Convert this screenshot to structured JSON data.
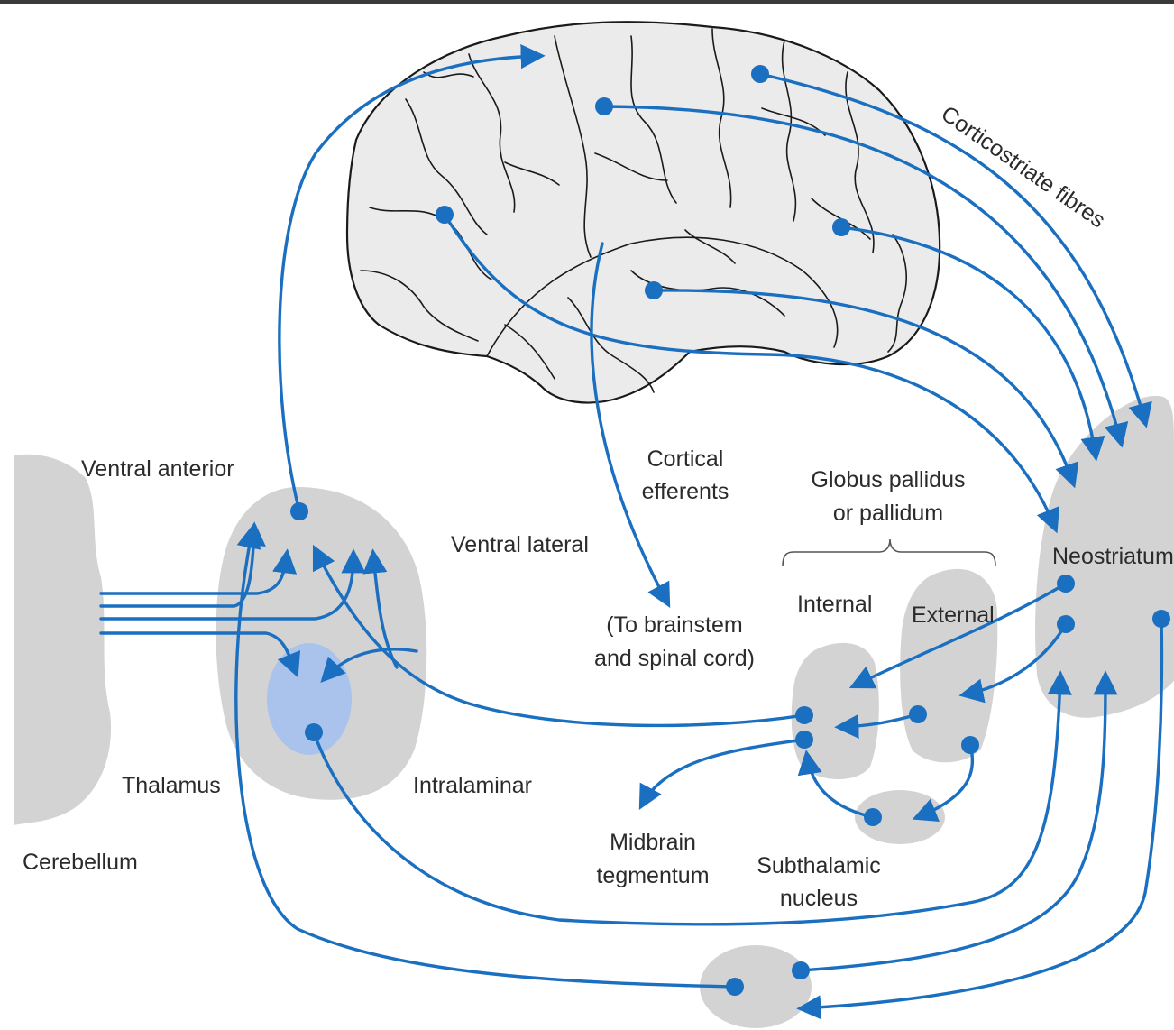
{
  "colors": {
    "pathway": "#1a6fc0",
    "region": "#d3d3d3",
    "intralaminar_highlight": "#a9c3ec",
    "brain": "#ebebeb",
    "text": "#2b2b2b"
  },
  "labels": {
    "corticostriate": "Corticostriate fibres",
    "ventral_anterior": "Ventral anterior",
    "cortical_efferents_line1": "Cortical",
    "cortical_efferents_line2": "efferents",
    "globus_line1": "Globus pallidus",
    "globus_line2": "or pallidum",
    "ventral_lateral": "Ventral lateral",
    "neostriatum": "Neostriatum",
    "internal": "Internal",
    "external": "External",
    "brainstem_line1": "(To brainstem",
    "brainstem_line2": "and spinal cord)",
    "thalamus": "Thalamus",
    "intralaminar": "Intralaminar",
    "cerebellum": "Cerebellum",
    "midbrain_line1": "Midbrain",
    "midbrain_line2": "tegmentum",
    "subthalamic_line1": "Subthalamic",
    "subthalamic_line2": "nucleus"
  }
}
